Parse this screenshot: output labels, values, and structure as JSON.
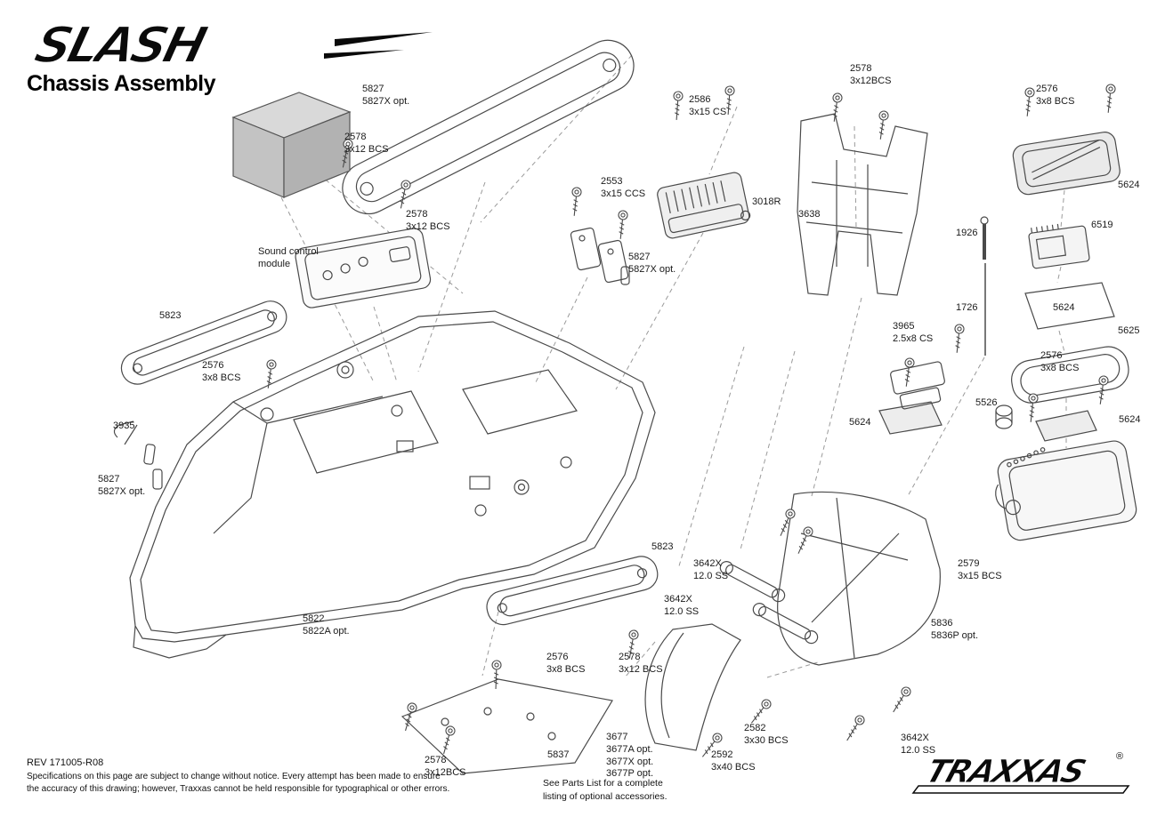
{
  "header": {
    "logo": "SLASH",
    "title": "Chassis Assembly"
  },
  "labels": [
    {
      "text": "5827\n5827X opt."
    },
    {
      "text": "2578\n3x12 BCS"
    },
    {
      "text": "2586\n3x15 CS"
    },
    {
      "text": "2578\n3x12BCS"
    },
    {
      "text": "2576\n3x8 BCS"
    },
    {
      "text": "5624"
    },
    {
      "text": "2553\n3x15 CCS"
    },
    {
      "text": "3018R"
    },
    {
      "text": "3638"
    },
    {
      "text": "2578\n3x12 BCS"
    },
    {
      "text": "Sound control\nmodule"
    },
    {
      "text": "5827\n5827X opt."
    },
    {
      "text": "1926"
    },
    {
      "text": "6519"
    },
    {
      "text": "1726"
    },
    {
      "text": "5624"
    },
    {
      "text": "5625"
    },
    {
      "text": "5823"
    },
    {
      "text": "3965\n2.5x8 CS"
    },
    {
      "text": "2576\n3x8 BCS"
    },
    {
      "text": "2576\n3x8 BCS"
    },
    {
      "text": "5526"
    },
    {
      "text": "5624"
    },
    {
      "text": "5624"
    },
    {
      "text": "3935"
    },
    {
      "text": "5827\n5827X opt."
    },
    {
      "text": "5823"
    },
    {
      "text": "3642X\n12.0 SS"
    },
    {
      "text": "2579\n3x15 BCS"
    },
    {
      "text": "3642X\n12.0 SS"
    },
    {
      "text": "5836\n5836P opt."
    },
    {
      "text": "5822\n5822A opt."
    },
    {
      "text": "2576\n3x8 BCS"
    },
    {
      "text": "2578\n3x12 BCS"
    },
    {
      "text": "2582\n3x30 BCS"
    },
    {
      "text": "2592\n3x40 BCS"
    },
    {
      "text": "3677\n3677A opt.\n3677X opt.\n3677P opt."
    },
    {
      "text": "5837"
    },
    {
      "text": "2578\n3x12BCS"
    },
    {
      "text": "3642X\n12.0 SS"
    }
  ],
  "footer": {
    "rev": "REV 171005-R08",
    "disclaimer": "Specifications on this page are subject to change without notice.  Every attempt has been made to ensure\nthe accuracy of this drawing; however, Traxxas cannot be held responsible for typographical or other errors.",
    "parts_note": "See Parts List for a complete\nlisting of optional accessories.",
    "brand": "TRAXXAS",
    "registered": "®"
  }
}
